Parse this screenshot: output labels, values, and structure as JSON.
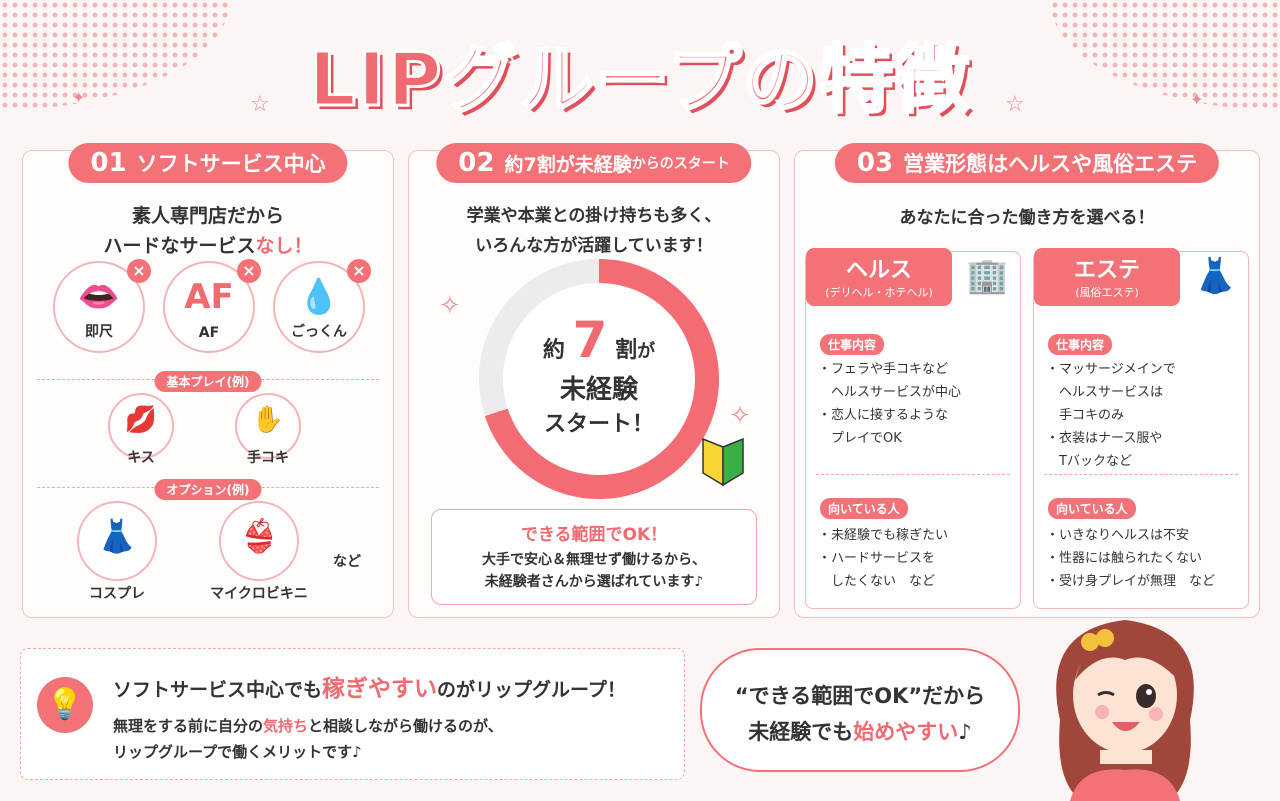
{
  "title": "LIPグループの特徴",
  "col1": {
    "num": "01",
    "head": "ソフトサービス中心",
    "lead1": "素人専門店だから",
    "lead2a": "ハードなサービス",
    "lead2b": "なし！",
    "ng": [
      {
        "icon": "lips-icon",
        "label": "即尺"
      },
      {
        "icon": "af-icon",
        "label": "AF",
        "icontext": "AF"
      },
      {
        "icon": "drop-icon",
        "label": "ごっくん"
      }
    ],
    "basic_tag": "基本プレイ(例)",
    "basic": [
      {
        "icon": "kiss-icon",
        "label": "キス"
      },
      {
        "icon": "hand-icon",
        "label": "手コキ"
      }
    ],
    "option_tag": "オプション(例)",
    "options": [
      {
        "icon": "dress-icon",
        "label": "コスプレ"
      },
      {
        "icon": "bikini-icon",
        "label": "マイクロビキニ"
      }
    ],
    "etc": "など"
  },
  "col2": {
    "num": "02",
    "head_a": "約7割",
    "head_b": "が未経験",
    "head_c": "からのスタート",
    "lead1": "学業や本業との掛け持ちも多く、",
    "lead2": "いろんな方が活躍しています！",
    "ring_1": "約",
    "ring_num": "7",
    "ring_2": "割",
    "ring_3": "が",
    "ring_4": "未経験",
    "ring_5": "スタート！",
    "ok_title": "できる範囲でOK！",
    "ok_1": "大手で安心＆無理せず働けるから、",
    "ok_2": "未経験者さんから選ばれています♪"
  },
  "col3": {
    "num": "03",
    "head": "営業形態はヘルスや風俗エステ",
    "lead": "あなたに合った働き方を選べる！",
    "health": {
      "title": "ヘルス",
      "subtitle": "(デリヘル・ホテヘル)",
      "job_tag": "仕事内容",
      "jobs": [
        "・フェラや手コキなど",
        "　ヘルスサービスが中心",
        "・恋人に接するような",
        "　プレイでOK"
      ],
      "fit_tag": "向いている人",
      "fits": [
        "・未経験でも稼ぎたい",
        "・ハードサービスを",
        "　したくない　など"
      ]
    },
    "este": {
      "title": "エステ",
      "subtitle": "(風俗エステ)",
      "job_tag": "仕事内容",
      "jobs": [
        "・マッサージメインで",
        "　ヘルスサービスは",
        "　手コキのみ",
        "・衣装はナース服や",
        "　Tバックなど"
      ],
      "fit_tag": "向いている人",
      "fits": [
        "・いきなりヘルスは不安",
        "・性器には触られたくない",
        "・受け身プレイが無理　など"
      ]
    }
  },
  "bottom": {
    "line1a": "ソフトサービス中心でも",
    "line1b": "稼ぎやすい",
    "line1c": "のがリップグループ！",
    "line2a": "無理をする前に自分の",
    "line2b": "気持ち",
    "line2c": "と相談しながら働けるのが、",
    "line3": "リップグループで働くメリットです♪"
  },
  "bubble": {
    "line1": "“できる範囲でOK”だから",
    "line2a": "未経験でも",
    "line2b": "始めやすい",
    "line2c": "♪"
  },
  "colors": {
    "accent": "#f27278",
    "accent_dark": "#e24f5c",
    "background": "#fbf6f4"
  }
}
